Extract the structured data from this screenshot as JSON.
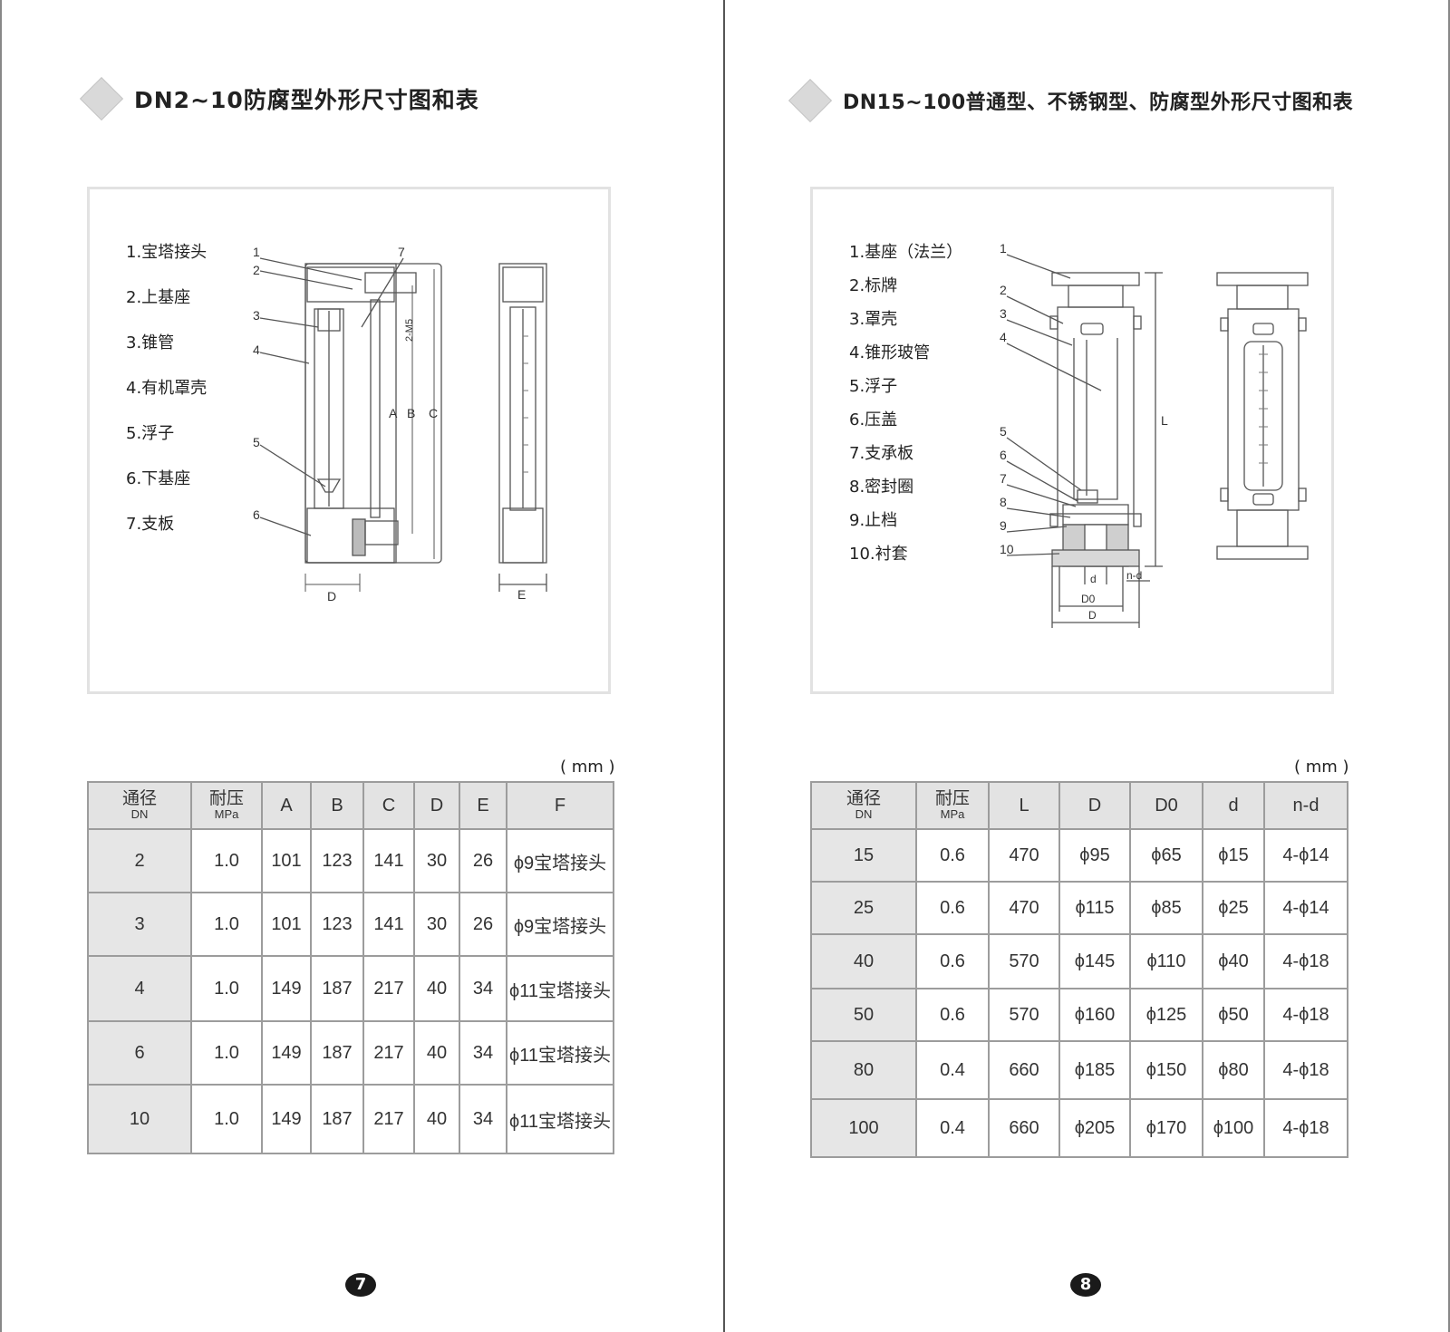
{
  "left": {
    "title": "DN2~10防腐型外形尺寸图和表",
    "legend": [
      "1.宝塔接头",
      "2.上基座",
      "3.锥管",
      "4.有机罩壳",
      "5.浮子",
      "6.下基座",
      "7.支板"
    ],
    "callouts": [
      "1",
      "2",
      "3",
      "4",
      "5",
      "6",
      "7"
    ],
    "dims": {
      "A": "A",
      "B": "B",
      "C": "C",
      "D": "D",
      "E": "E",
      "thread": "2-M5"
    },
    "unit": "( mm )",
    "headers": [
      {
        "main": "通径",
        "sub": "DN"
      },
      {
        "main": "耐压",
        "sub": "MPa"
      },
      {
        "main": "A"
      },
      {
        "main": "B"
      },
      {
        "main": "C"
      },
      {
        "main": "D"
      },
      {
        "main": "E"
      },
      {
        "main": "F"
      }
    ],
    "rows": [
      [
        "2",
        "1.0",
        "101",
        "123",
        "141",
        "30",
        "26",
        "ϕ9宝塔接头"
      ],
      [
        "3",
        "1.0",
        "101",
        "123",
        "141",
        "30",
        "26",
        "ϕ9宝塔接头"
      ],
      [
        "4",
        "1.0",
        "149",
        "187",
        "217",
        "40",
        "34",
        "ϕ11宝塔接头"
      ],
      [
        "6",
        "1.0",
        "149",
        "187",
        "217",
        "40",
        "34",
        "ϕ11宝塔接头"
      ],
      [
        "10",
        "1.0",
        "149",
        "187",
        "217",
        "40",
        "34",
        "ϕ11宝塔接头"
      ]
    ],
    "page_number": "7"
  },
  "right": {
    "title": "DN15~100普通型、不锈钢型、防腐型外形尺寸图和表",
    "legend": [
      "1.基座（法兰）",
      "2.标牌",
      "3.罩壳",
      "4.锥形玻管",
      "5.浮子",
      "6.压盖",
      "7.支承板",
      "8.密封圈",
      "9.止档",
      "10.衬套"
    ],
    "callouts": [
      "1",
      "2",
      "3",
      "4",
      "5",
      "6",
      "7",
      "8",
      "9",
      "10"
    ],
    "dims": {
      "L": "L",
      "d": "d",
      "nd": "n-d",
      "D0": "D0",
      "D": "D"
    },
    "unit": "( mm )",
    "headers": [
      {
        "main": "通径",
        "sub": "DN"
      },
      {
        "main": "耐压",
        "sub": "MPa"
      },
      {
        "main": "L"
      },
      {
        "main": "D"
      },
      {
        "main": "D0"
      },
      {
        "main": "d"
      },
      {
        "main": "n-d"
      }
    ],
    "rows": [
      [
        "15",
        "0.6",
        "470",
        "ϕ95",
        "ϕ65",
        "ϕ15",
        "4-ϕ14"
      ],
      [
        "25",
        "0.6",
        "470",
        "ϕ115",
        "ϕ85",
        "ϕ25",
        "4-ϕ14"
      ],
      [
        "40",
        "0.6",
        "570",
        "ϕ145",
        "ϕ110",
        "ϕ40",
        "4-ϕ18"
      ],
      [
        "50",
        "0.6",
        "570",
        "ϕ160",
        "ϕ125",
        "ϕ50",
        "4-ϕ18"
      ],
      [
        "80",
        "0.4",
        "660",
        "ϕ185",
        "ϕ150",
        "ϕ80",
        "4-ϕ18"
      ],
      [
        "100",
        "0.4",
        "660",
        "ϕ205",
        "ϕ170",
        "ϕ100",
        "4-ϕ18"
      ]
    ],
    "page_number": "8"
  }
}
